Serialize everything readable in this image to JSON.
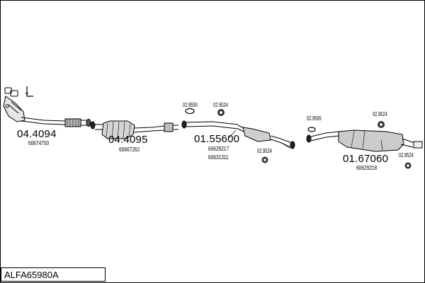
{
  "diagram_code": "ALFA65980A",
  "parts": [
    {
      "part_no": "04.4094",
      "oe_numbers": [
        "60674700"
      ]
    },
    {
      "part_no": "04.4095",
      "oe_numbers": [
        "60667262"
      ]
    },
    {
      "part_no": "01.55600",
      "oe_numbers": [
        "60629217",
        "60631311"
      ]
    },
    {
      "part_no": "01.67060",
      "oe_numbers": [
        "60629218"
      ]
    }
  ],
  "fittings": {
    "clamp_a": "02.9595",
    "mount_a": "02.9524",
    "mount_b": "02.9524",
    "clamp_b": "02.9595",
    "mount_c": "02.9524",
    "mount_d": "02.9524"
  }
}
